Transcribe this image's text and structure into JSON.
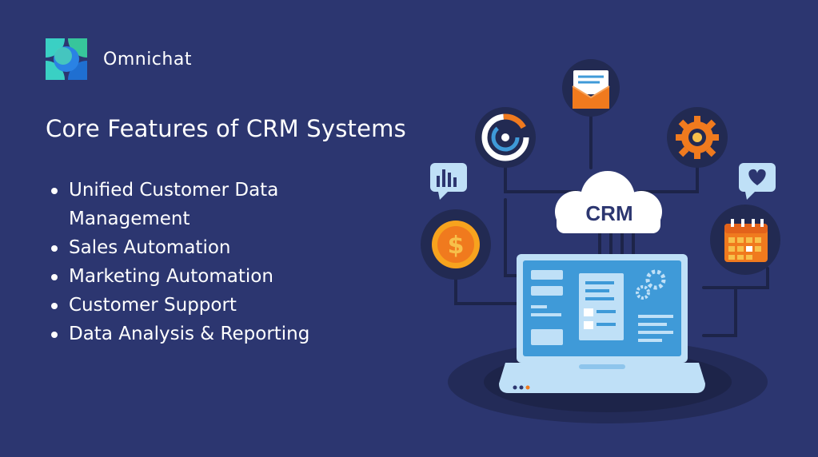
{
  "brand": {
    "name": "Omnichat",
    "logo_icon": "omnichat-logo-icon"
  },
  "heading": "Core Features of CRM Systems",
  "features": [
    "Unified Customer Data Management",
    "Sales Automation",
    "Marketing Automation",
    "Customer Support",
    "Data Analysis & Reporting"
  ],
  "illustration": {
    "cloud_label": "CRM",
    "icons": [
      "email-icon",
      "gauge-icon",
      "gear-icon",
      "bar-chart-bubble-icon",
      "heart-bubble-icon",
      "dollar-coin-icon",
      "calendar-icon",
      "laptop-icon",
      "cloud-icon"
    ]
  },
  "colors": {
    "background": "#2c3670",
    "node": "#222a52",
    "accent_orange": "#f07a1e",
    "laptop_screen": "#3f9ad8",
    "light_blue": "#bfe0f7"
  }
}
